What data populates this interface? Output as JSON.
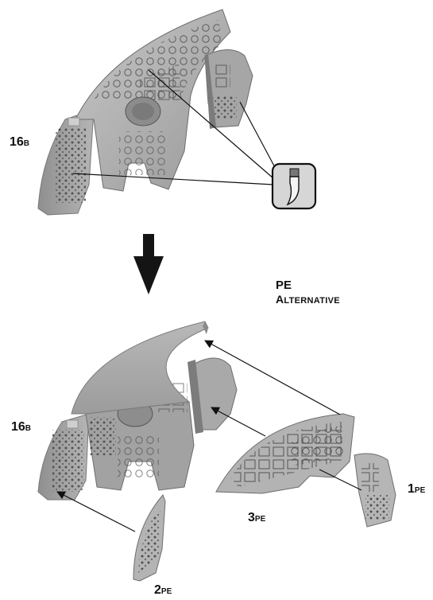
{
  "labels": {
    "part_16b_top": {
      "num": "16",
      "suffix": "B"
    },
    "part_16b_bottom": {
      "num": "16",
      "suffix": "B"
    },
    "part_1pe": {
      "num": "1",
      "suffix": "PE"
    },
    "part_2pe": {
      "num": "2",
      "suffix": "PE"
    },
    "part_3pe": {
      "num": "3",
      "suffix": "PE"
    },
    "pe_title": "PE",
    "alternative_first": "A",
    "alternative_rest": "LTERNATIVE"
  },
  "icons": {
    "tool": "hobby-knife-icon",
    "step_arrow": "down-arrow-icon"
  },
  "colors": {
    "part_fill": "#a8a8a8",
    "part_light": "#c4c4c4",
    "part_dark": "#6e6e6e",
    "line": "#111111"
  }
}
